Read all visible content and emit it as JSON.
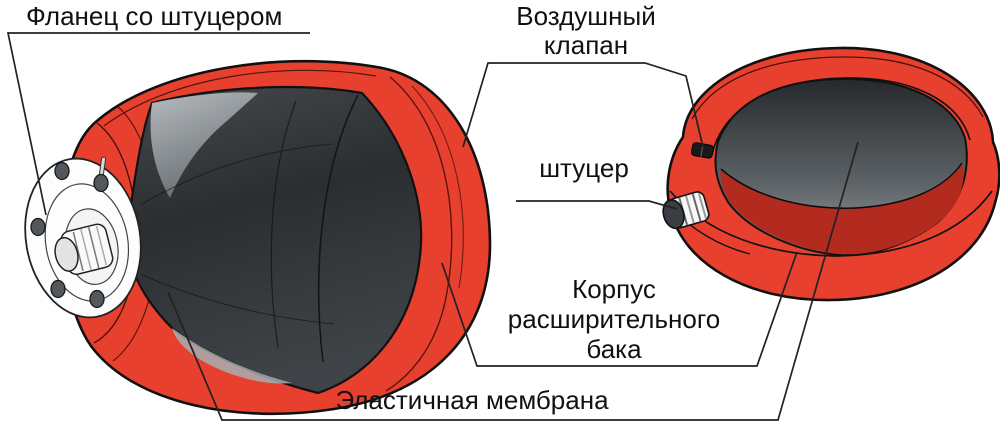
{
  "labels": {
    "flange": "Фланец со штуцером",
    "air_valve": "Воздушный клапан",
    "fitting": "штуцер",
    "tank_body": "Корпус расширительного бака",
    "membrane": "Эластичная мембрана"
  },
  "colors": {
    "tank_red": "#E8402F",
    "tank_red_shade": "#C9301F",
    "floor_red": "#B32A1E",
    "membrane_dark": "#26292C",
    "membrane_mid": "#5D6367",
    "membrane_light": "#9BA1A5",
    "outline": "#111111",
    "line_color": "#222222",
    "text_color": "#111111",
    "background": "#FFFFFF"
  }
}
